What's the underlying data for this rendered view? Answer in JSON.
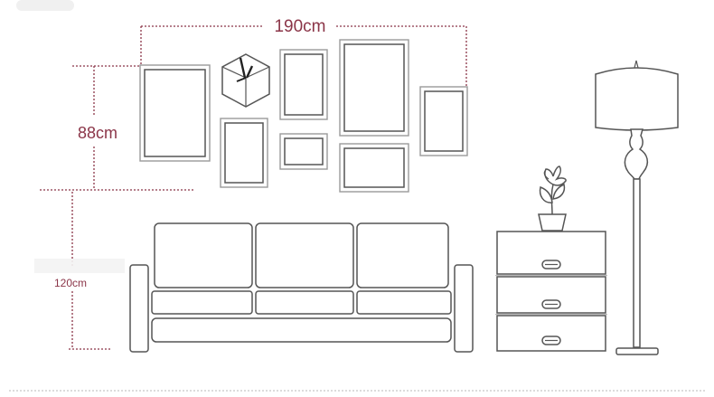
{
  "dimensions": {
    "width_label": "190cm",
    "frames_height_label": "88cm",
    "floor_height_label": "120cm"
  },
  "colors": {
    "accent": "#8b3548",
    "line": "#555555",
    "frame_gray": "#9a9a9a",
    "divider": "#b8b8b8"
  },
  "icons": [
    "clock-icon",
    "flower-icon",
    "drawer-handle-icon",
    "floor-lamp-icon",
    "sofa-icon"
  ]
}
